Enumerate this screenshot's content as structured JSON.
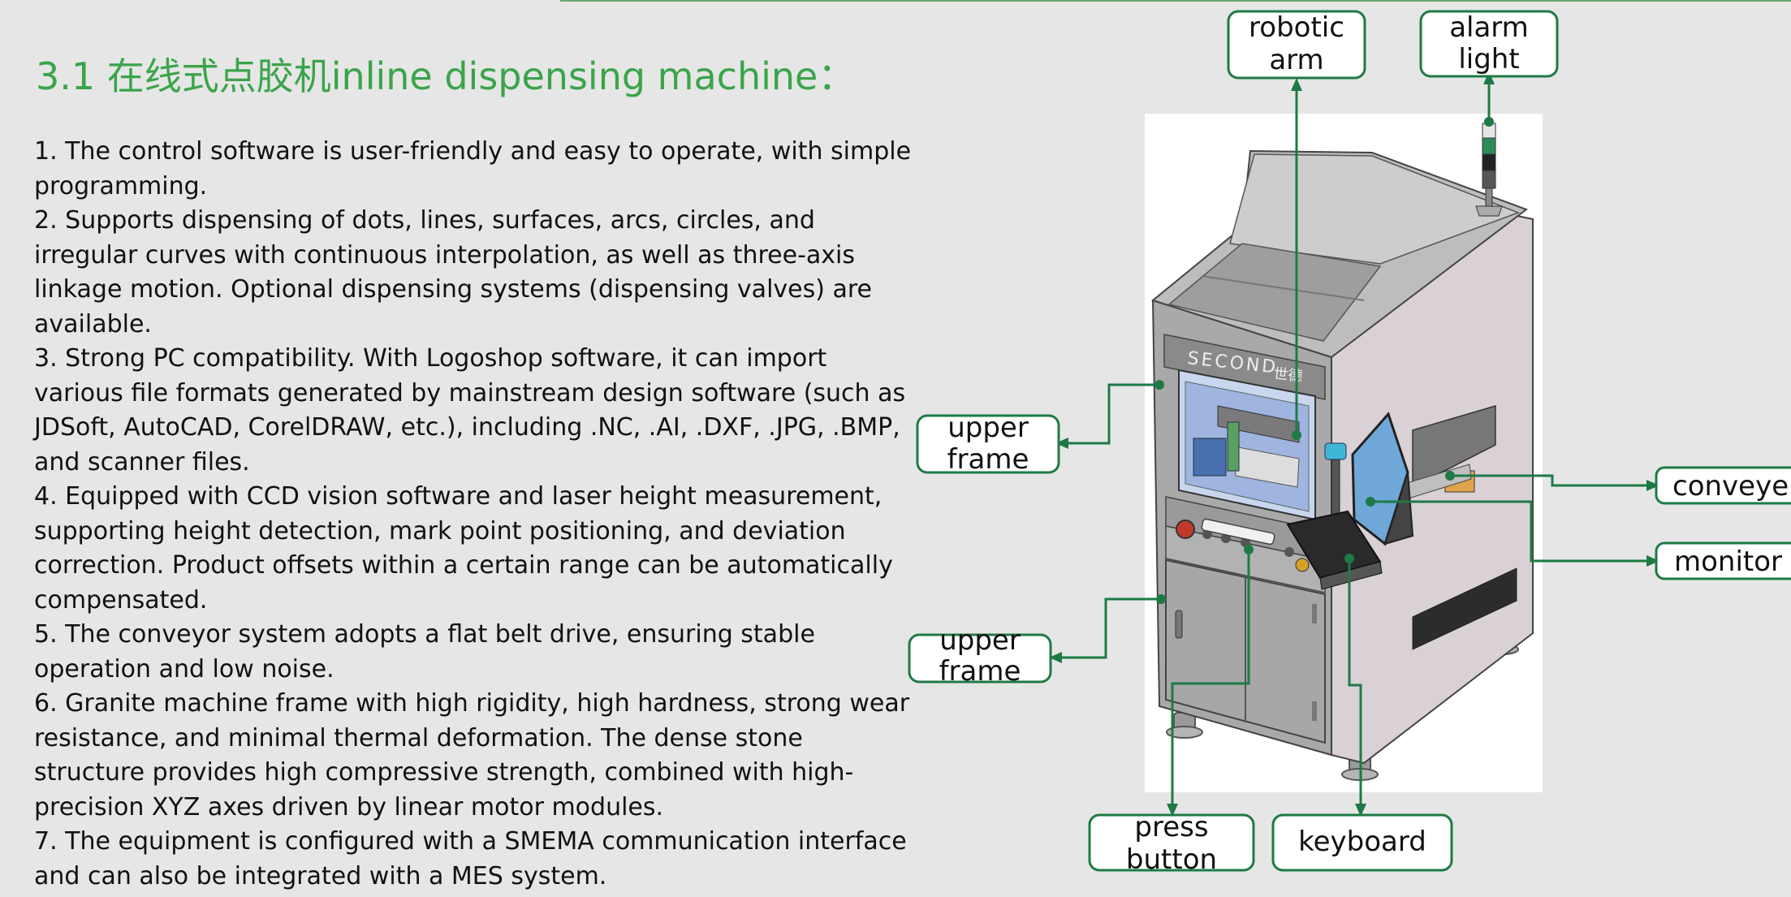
{
  "title": "3.1 在线式点胶机inline dispensing machine：",
  "features": [
    "1. The control software is user-friendly and easy to operate, with simple programming.",
    "2. Supports dispensing of dots, lines, surfaces, arcs, circles, and irregular curves with continuous interpolation, as well as three-axis linkage motion. Optional dispensing systems (dispensing valves) are available.",
    "3. Strong PC compatibility. With Logoshop software, it can import various file formats generated by mainstream design software (such as JDSoft, AutoCAD, CorelDRAW, etc.), including .NC, .AI, .DXF, .JPG, .BMP, and scanner files.",
    "4. Equipped with CCD vision software and laser height measurement, supporting height detection, mark point positioning, and deviation correction. Product offsets within a certain range can be automatically compensated.",
    "5. The conveyor system adopts a flat belt drive, ensuring stable operation and low noise.",
    "6. Granite machine frame with high rigidity, high hardness, strong wear resistance, and minimal thermal deformation. The dense stone structure provides high compressive strength, combined with high-precision XYZ axes driven by linear motor modules.",
    "7. The equipment is configured with a SMEMA communication interface and can also be integrated with a MES system."
  ],
  "machine": {
    "brand": "SECOND",
    "brand_cn": "世德"
  },
  "callouts": {
    "robotic_arm": [
      "robotic",
      "arm"
    ],
    "alarm_light": [
      "alarm",
      "light"
    ],
    "upper_frame_top": [
      "upper",
      "frame"
    ],
    "upper_frame_bottom": [
      "upper",
      "frame"
    ],
    "conveyer": [
      "conveyer"
    ],
    "monitor": [
      "monitor"
    ],
    "press_button": [
      "press",
      "button"
    ],
    "keyboard": [
      "keyboard"
    ]
  },
  "colors": {
    "title": "#3aa44a",
    "callout_line": "#1e7a45",
    "callout_border": "#1e7a45",
    "background": "#e6e6e6"
  }
}
